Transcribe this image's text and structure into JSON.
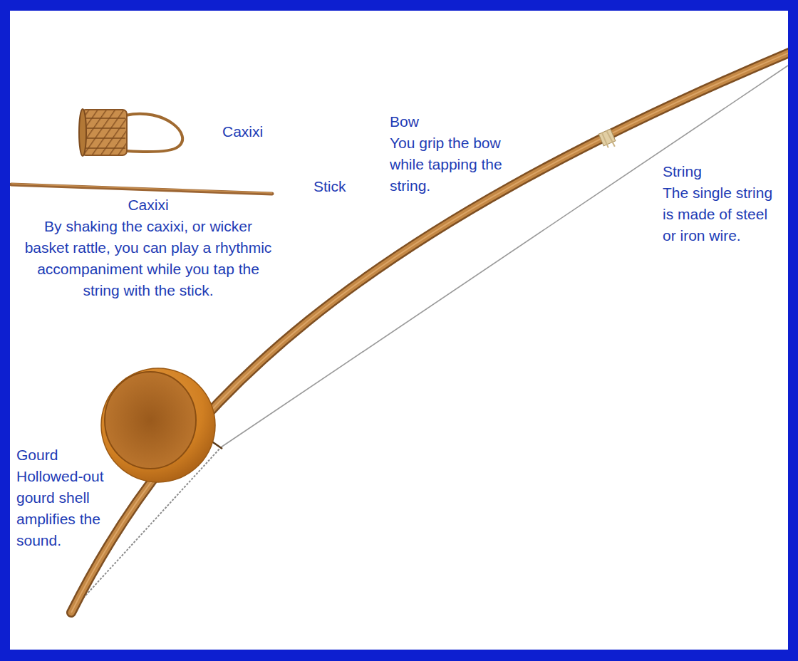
{
  "diagram": {
    "labels": [
      "Caxixi",
      "Stick",
      "Bow",
      "You grip the bow while tapping the string.",
      "String",
      "The single string is made of steel or iron wire.",
      "Caxixi",
      "By shaking the caxixi, or wicker basket rattle, you can play a rhythmic accompaniment while you tap the string with the stick.",
      "Gourd",
      "Hollowed-out gourd shell amplifies the sound."
    ]
  }
}
